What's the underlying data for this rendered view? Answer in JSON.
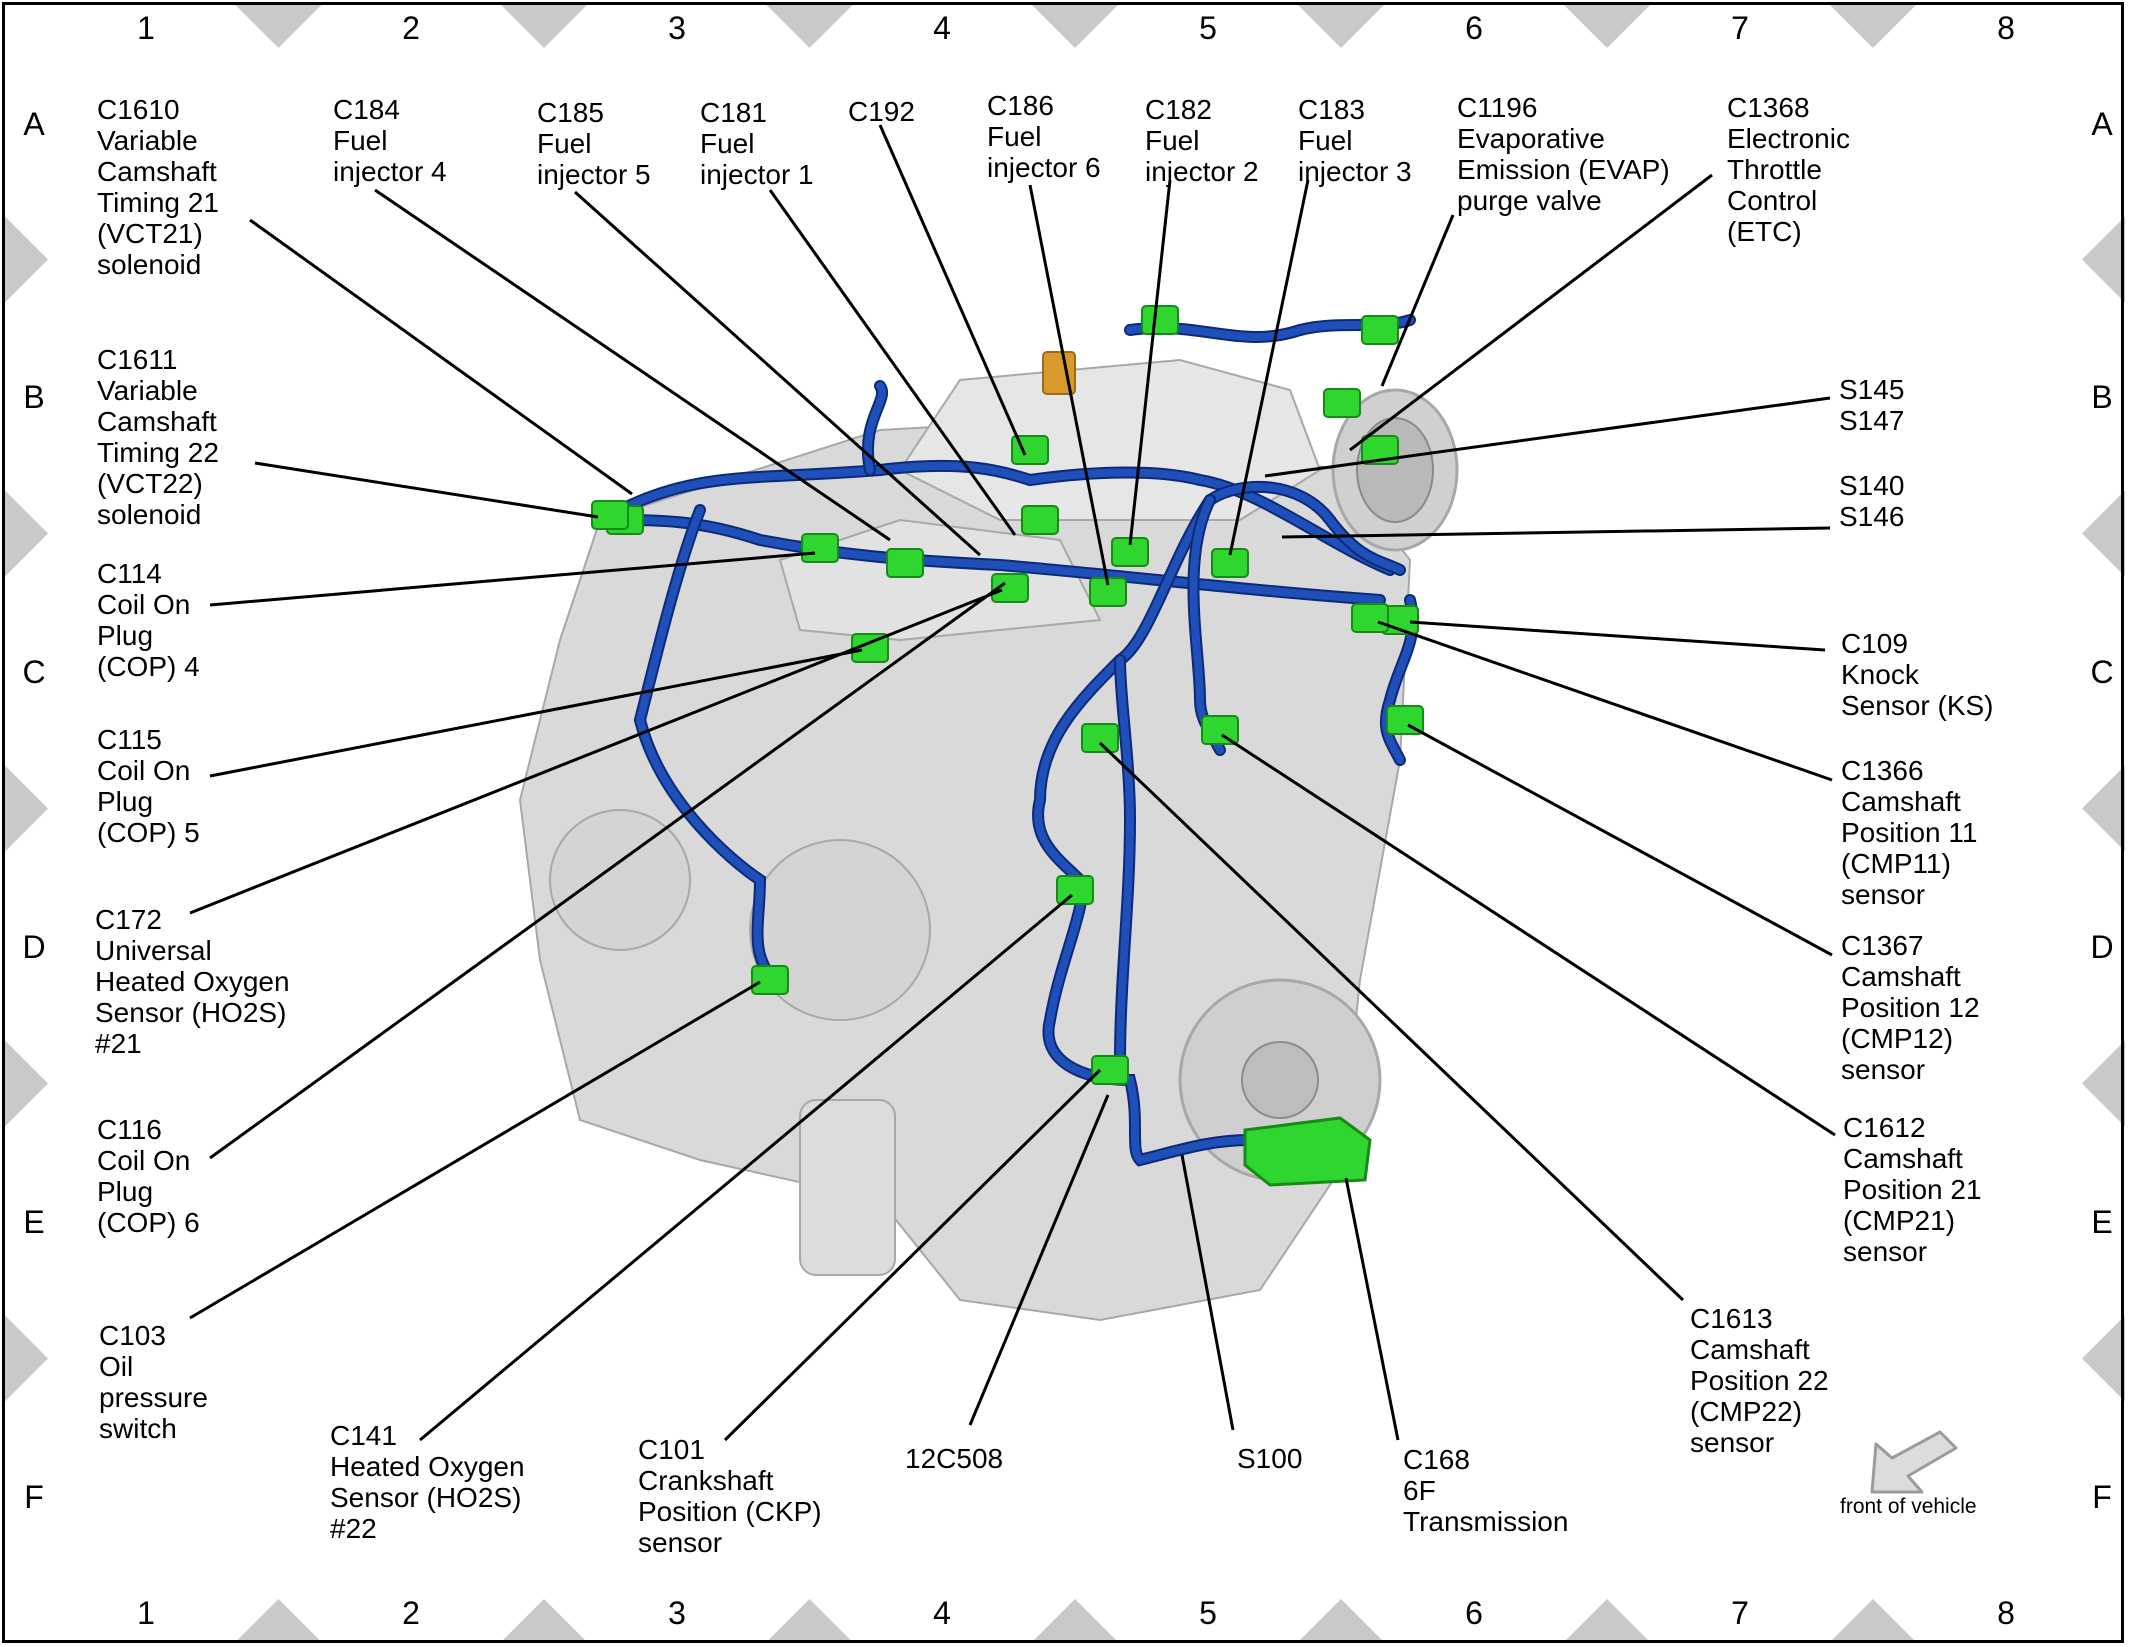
{
  "grid": {
    "columns": [
      "1",
      "2",
      "3",
      "4",
      "5",
      "6",
      "7",
      "8"
    ],
    "rows": [
      "A",
      "B",
      "C",
      "D",
      "E",
      "F"
    ]
  },
  "callouts": [
    {
      "id": "c1610",
      "text": "C1610\nVariable\nCamshaft\nTiming 21\n(VCT21)\nsolenoid"
    },
    {
      "id": "c184",
      "text": "C184\nFuel\ninjector 4"
    },
    {
      "id": "c185",
      "text": "C185\nFuel\ninjector 5"
    },
    {
      "id": "c181",
      "text": "C181\nFuel\ninjector 1"
    },
    {
      "id": "c192",
      "text": "C192"
    },
    {
      "id": "c186",
      "text": "C186\nFuel\ninjector 6"
    },
    {
      "id": "c182",
      "text": "C182\nFuel\ninjector 2"
    },
    {
      "id": "c183",
      "text": "C183\nFuel\ninjector 3"
    },
    {
      "id": "c1196",
      "text": "C1196\nEvaporative\nEmission (EVAP)\npurge valve"
    },
    {
      "id": "c1368",
      "text": "C1368\nElectronic\nThrottle\nControl\n(ETC)"
    },
    {
      "id": "c1611",
      "text": "C1611\nVariable\nCamshaft\nTiming 22\n(VCT22)\nsolenoid"
    },
    {
      "id": "c114",
      "text": "C114\nCoil On\nPlug\n(COP) 4"
    },
    {
      "id": "c115",
      "text": "C115\nCoil On\nPlug\n(COP) 5"
    },
    {
      "id": "c172",
      "text": "C172\nUniversal\nHeated Oxygen\nSensor (HO2S)\n#21"
    },
    {
      "id": "c116",
      "text": "C116\nCoil On\nPlug\n(COP) 6"
    },
    {
      "id": "c103",
      "text": "C103\nOil\npressure\nswitch"
    },
    {
      "id": "c141",
      "text": "C141\nHeated Oxygen\nSensor (HO2S)\n#22"
    },
    {
      "id": "c101",
      "text": "C101\nCrankshaft\nPosition (CKP)\nsensor"
    },
    {
      "id": "12c508",
      "text": "12C508"
    },
    {
      "id": "s100",
      "text": "S100"
    },
    {
      "id": "c168",
      "text": "C168\n6F\nTransmission"
    },
    {
      "id": "c1613",
      "text": "C1613\nCamshaft\nPosition 22\n(CMP22)\nsensor"
    },
    {
      "id": "s145",
      "text": "S145\nS147"
    },
    {
      "id": "s140",
      "text": "S140\nS146"
    },
    {
      "id": "c109",
      "text": "C109\nKnock\nSensor (KS)"
    },
    {
      "id": "c1366",
      "text": "C1366\nCamshaft\nPosition 11\n(CMP11)\nsensor"
    },
    {
      "id": "c1367",
      "text": "C1367\nCamshaft\nPosition 12\n(CMP12)\nsensor"
    },
    {
      "id": "c1612",
      "text": "C1612\nCamshaft\nPosition 21\n(CMP21)\nsensor"
    }
  ],
  "front_of_vehicle": "front of vehicle",
  "colors": {
    "harness": "#1f4fb8",
    "harness_dark": "#0c2a78",
    "connector": "#2fd62f",
    "connector_dark": "#178a17",
    "engine": "#d9d9d9",
    "engine_edge": "#a8a8a8",
    "splice_tab": "#d89a2c"
  }
}
